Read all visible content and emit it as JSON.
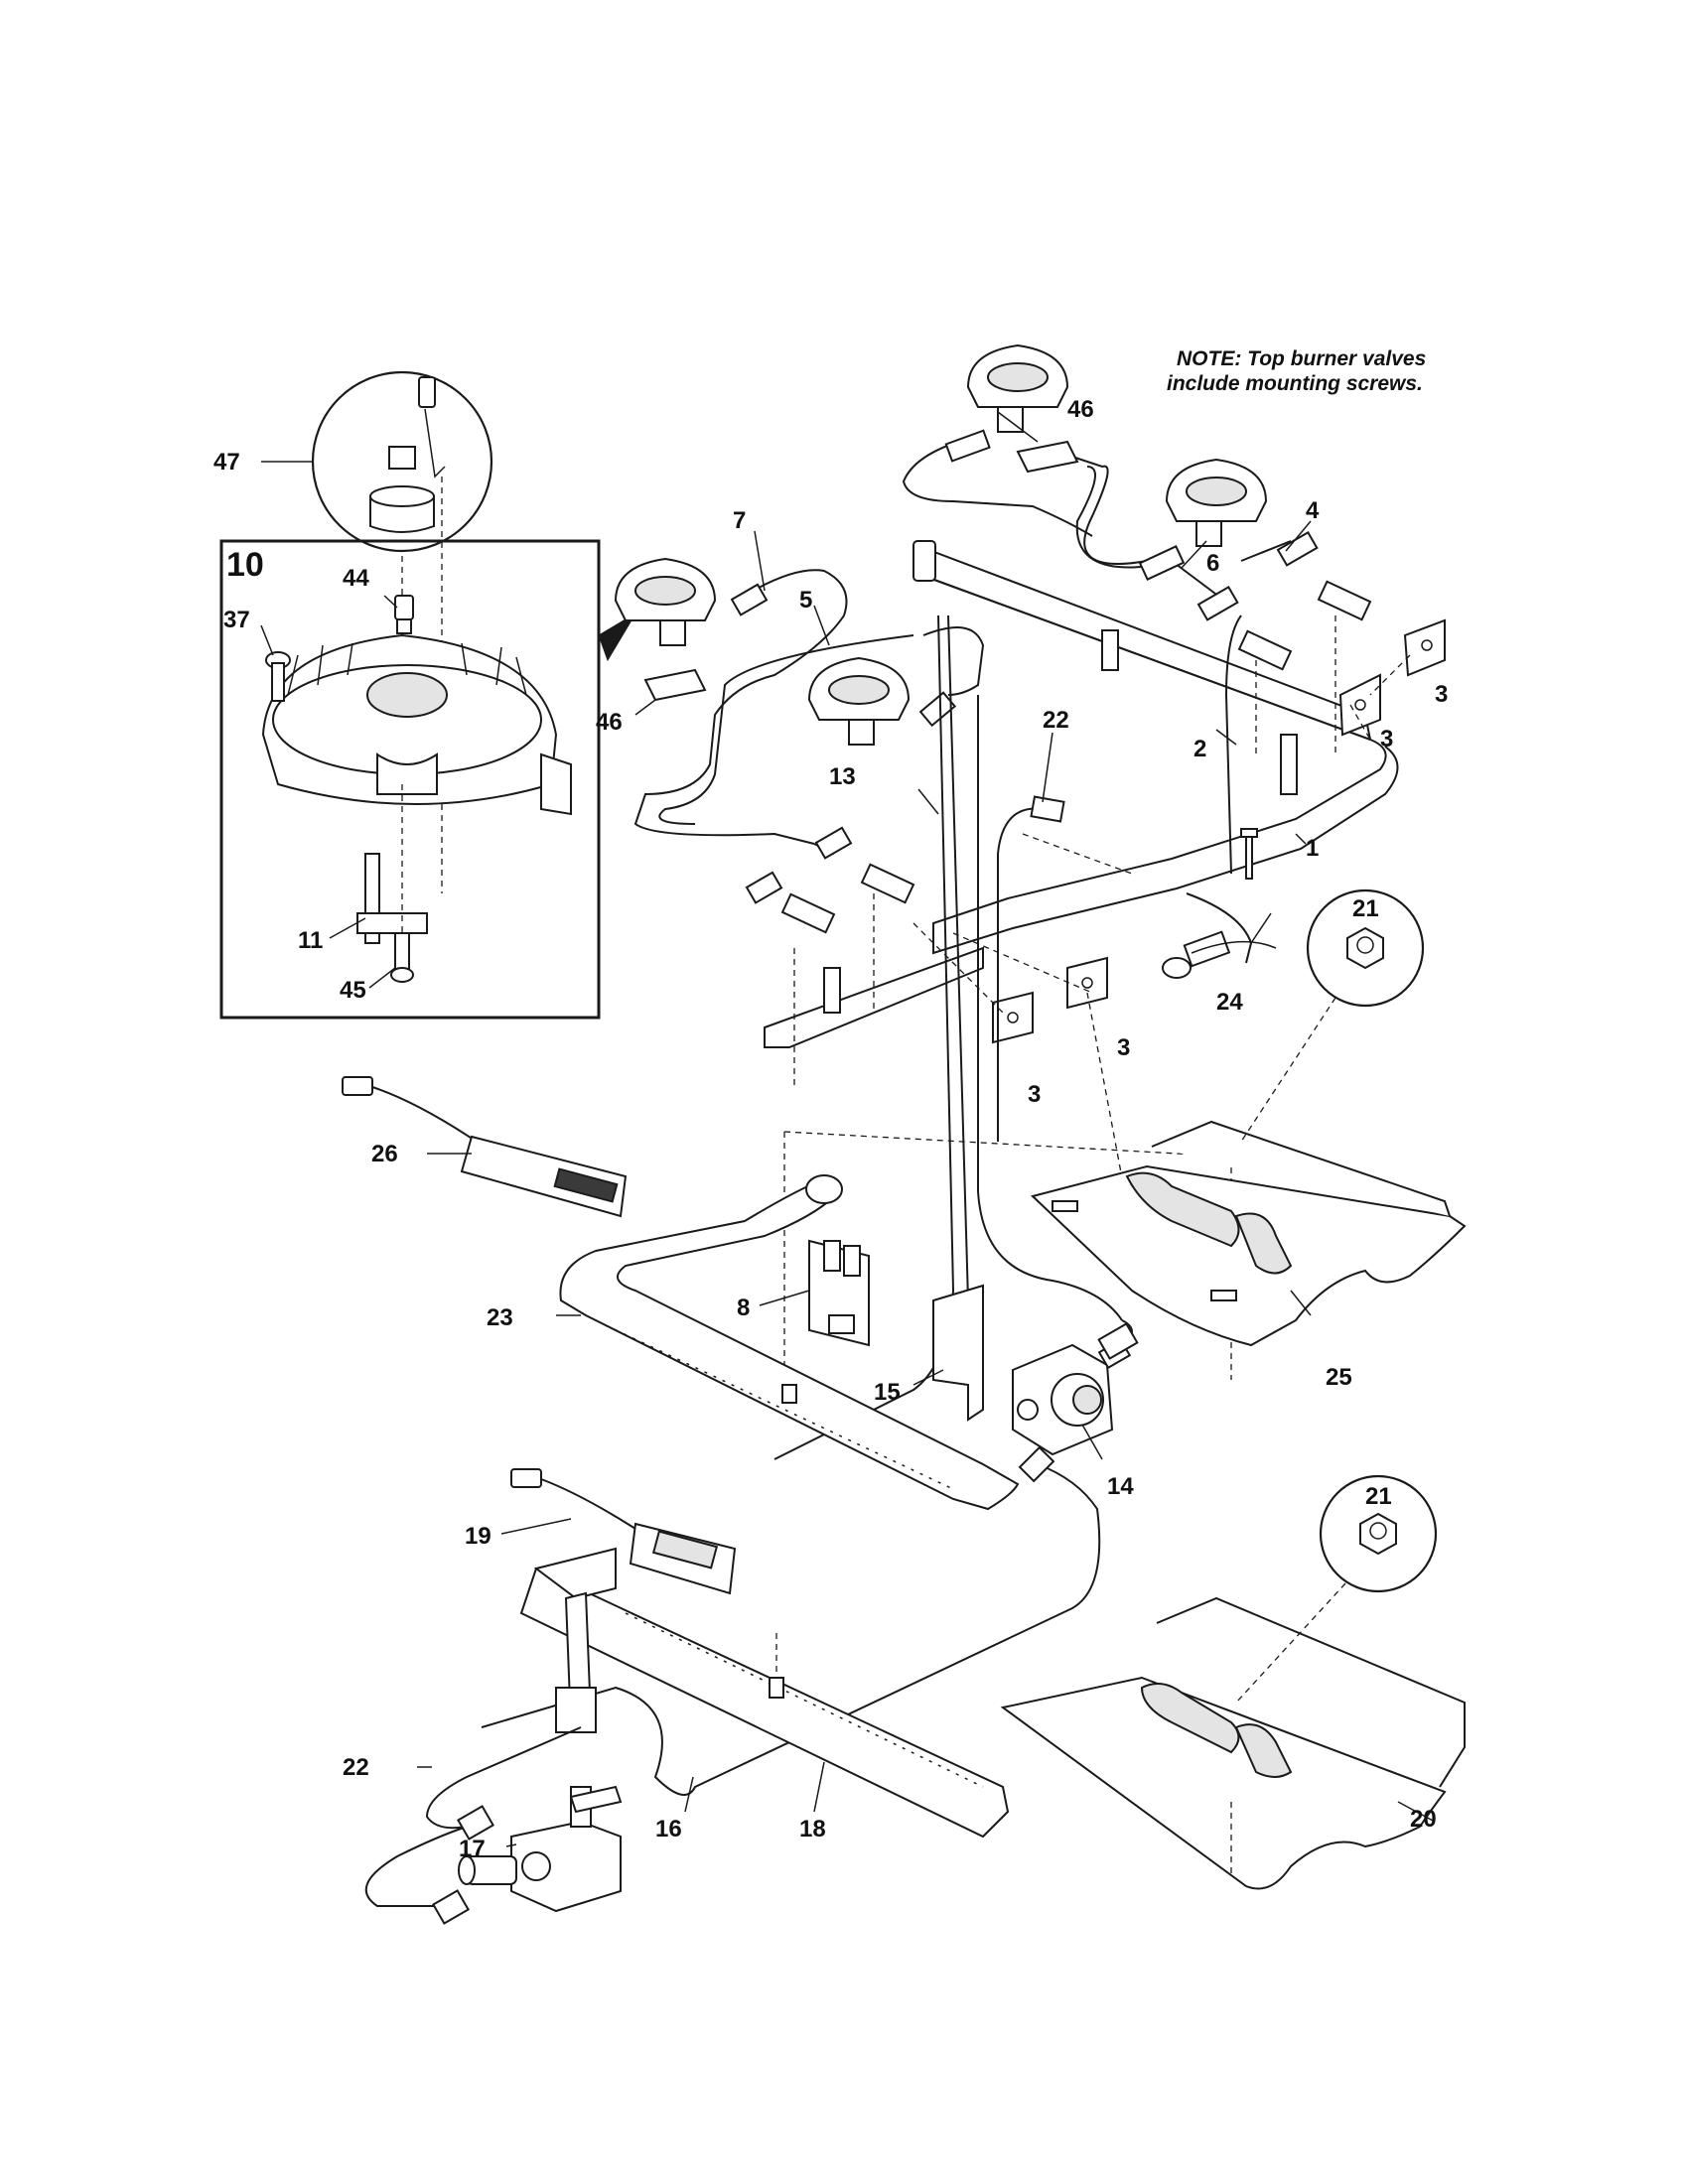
{
  "note": {
    "line1": "NOTE: Top burner valves",
    "line2": "include mounting screws."
  },
  "inset": {
    "title": "10"
  },
  "labels": {
    "p1": "1",
    "p2": "2",
    "p3a": "3",
    "p3b": "3",
    "p3c": "3",
    "p3d": "3",
    "p4": "4",
    "p5": "5",
    "p6": "6",
    "p7": "7",
    "p8": "8",
    "p11": "11",
    "p13": "13",
    "p14": "14",
    "p15": "15",
    "p16": "16",
    "p17": "17",
    "p18": "18",
    "p19": "19",
    "p20": "20",
    "p21a": "21",
    "p21b": "21",
    "p22a": "22",
    "p22b": "22",
    "p23": "23",
    "p24": "24",
    "p25": "25",
    "p26": "26",
    "p37": "37",
    "p44": "44",
    "p45": "45",
    "p46a": "46",
    "p46b": "46",
    "p47": "47"
  }
}
